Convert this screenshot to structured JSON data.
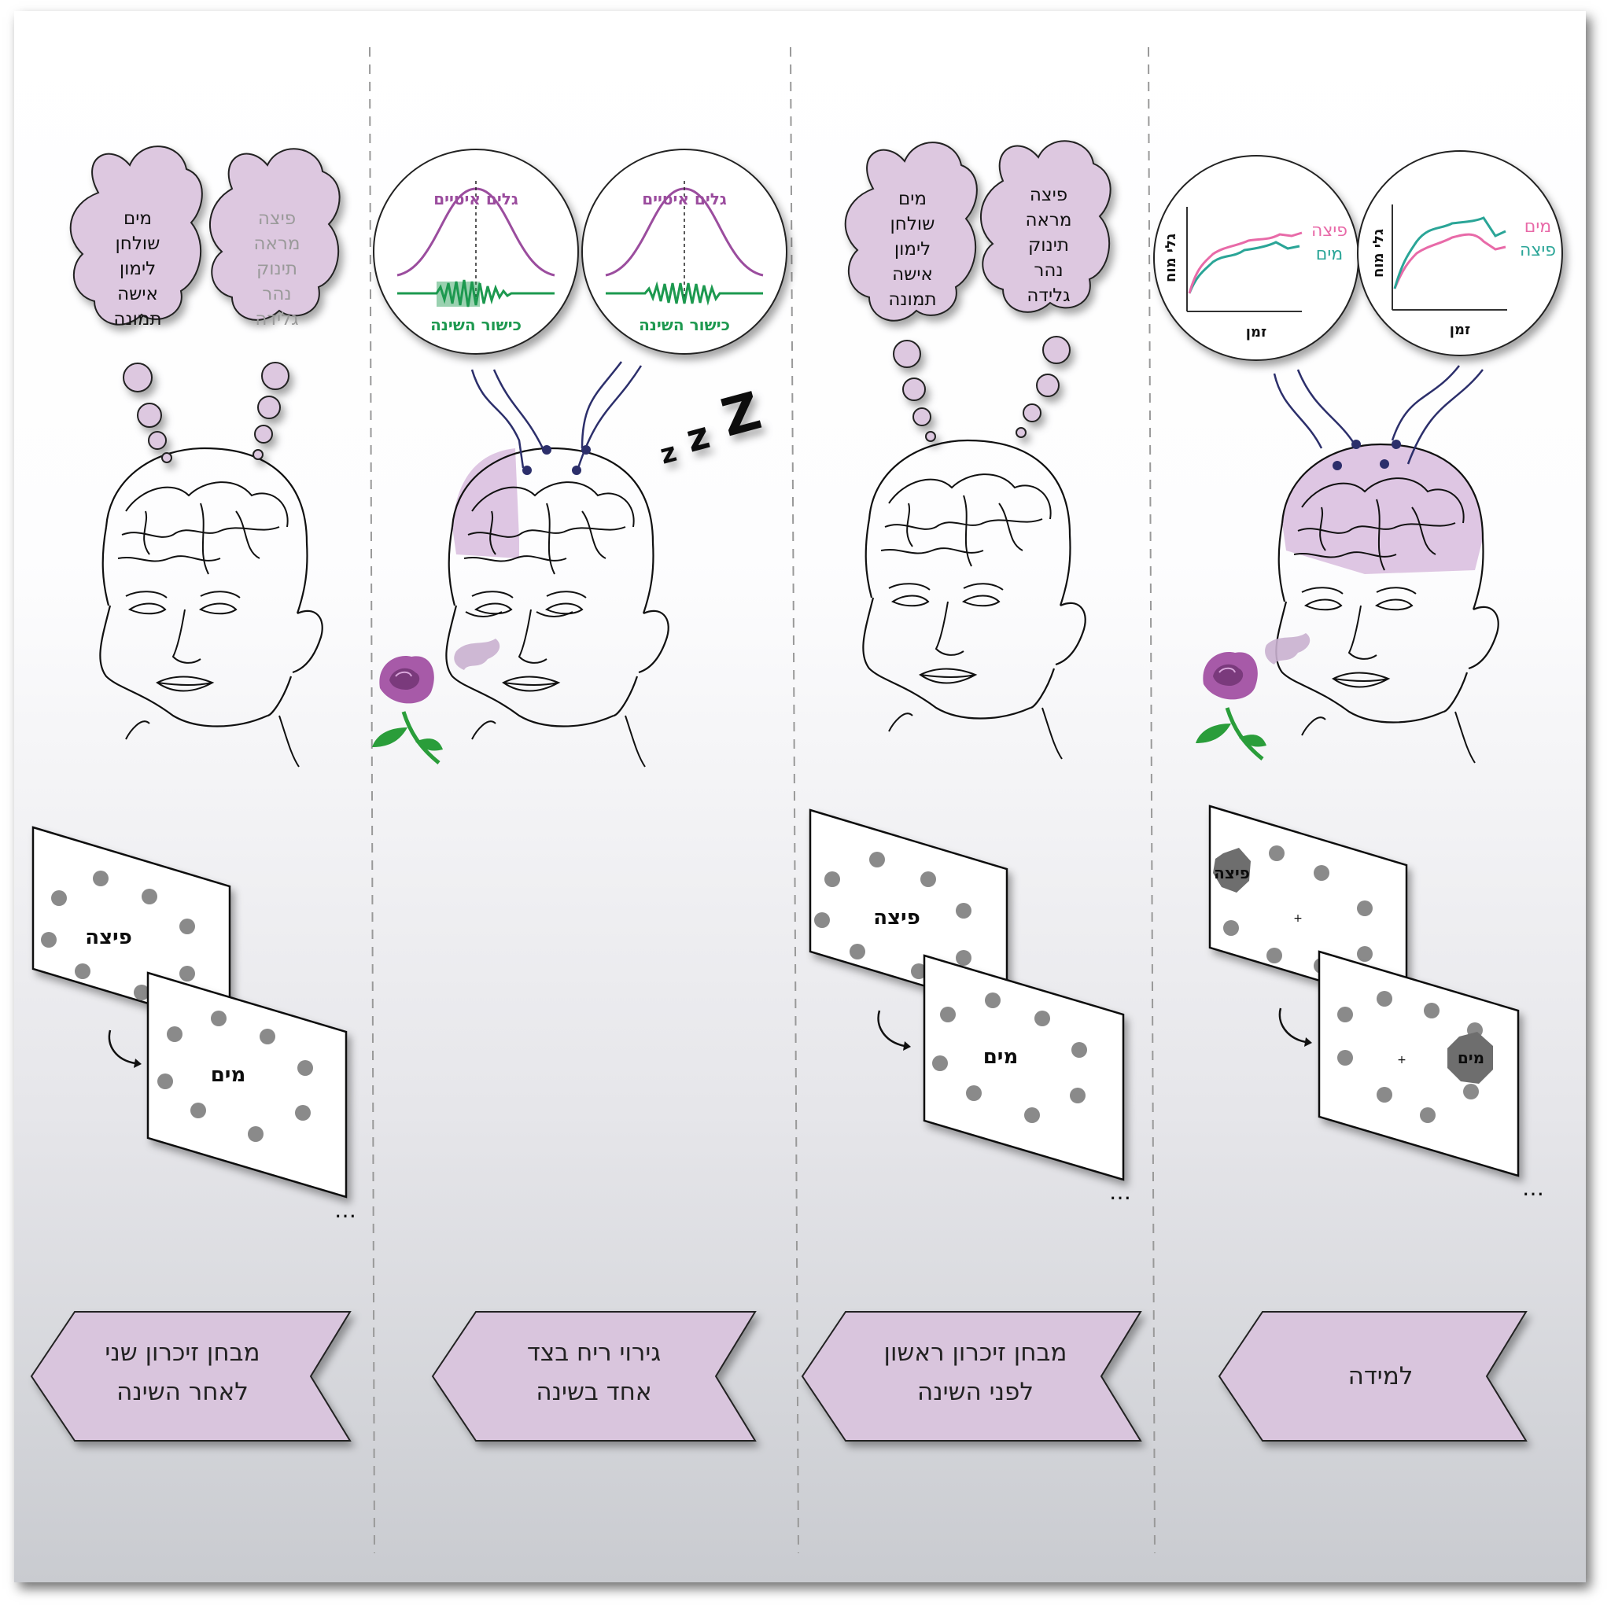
{
  "stages": [
    {
      "id": "learning",
      "banner_lines": [
        "למידה"
      ]
    },
    {
      "id": "test1",
      "banner_lines": [
        "מבחן זיכרון ראשון",
        "לפני השינה"
      ]
    },
    {
      "id": "odor",
      "banner_lines": [
        "גירוי ריח בצד",
        "אחד בשינה"
      ]
    },
    {
      "id": "test2",
      "banner_lines": [
        "מבחן זיכרון שני",
        "לאחר השינה"
      ]
    }
  ],
  "learning": {
    "graph_left": {
      "legend": [
        "פיצה",
        "מים"
      ],
      "ylabel": "גלי מוח",
      "xlabel": "זמן"
    },
    "graph_right": {
      "legend": [
        "מים",
        "פיצה"
      ],
      "ylabel": "גלי מוח",
      "xlabel": "זמן"
    },
    "screen1_word": "פיצה",
    "screen2_word": "מים"
  },
  "test1": {
    "cloud_right": [
      "פיצה",
      "מראה",
      "תינוק",
      "נהר",
      "גלידה"
    ],
    "cloud_left": [
      "מים",
      "שולחן",
      "לימון",
      "אישה",
      "תמונה"
    ],
    "screen1_word": "פיצה",
    "screen2_word": "מים"
  },
  "odor": {
    "circle": {
      "title": "גלים איטיים",
      "subtitle": "כישור השינה"
    },
    "zzz": [
      "z",
      "z",
      "Z"
    ]
  },
  "test2": {
    "cloud_right": [
      "פיצה",
      "מראה",
      "תינוק",
      "נהר",
      "גלידה"
    ],
    "cloud_left": [
      "מים",
      "שולחן",
      "לימון",
      "אישה",
      "תמונה"
    ],
    "screen1_word": "פיצה",
    "screen2_word": "מים"
  },
  "colors": {
    "purple": "#9b4d9e",
    "green": "#1e9950",
    "teal": "#2aa597",
    "pink": "#e86aa8",
    "cloud_fill": "#ddc8e0",
    "banner_fill": "#d9c5dd",
    "dot": "#8a8a8a",
    "octagon": "#6e6e6e",
    "faded": "#9a9a9a"
  },
  "icons": [
    "brain-head-icon",
    "rose-icon",
    "odor-puff-icon",
    "curved-arrow-icon"
  ]
}
